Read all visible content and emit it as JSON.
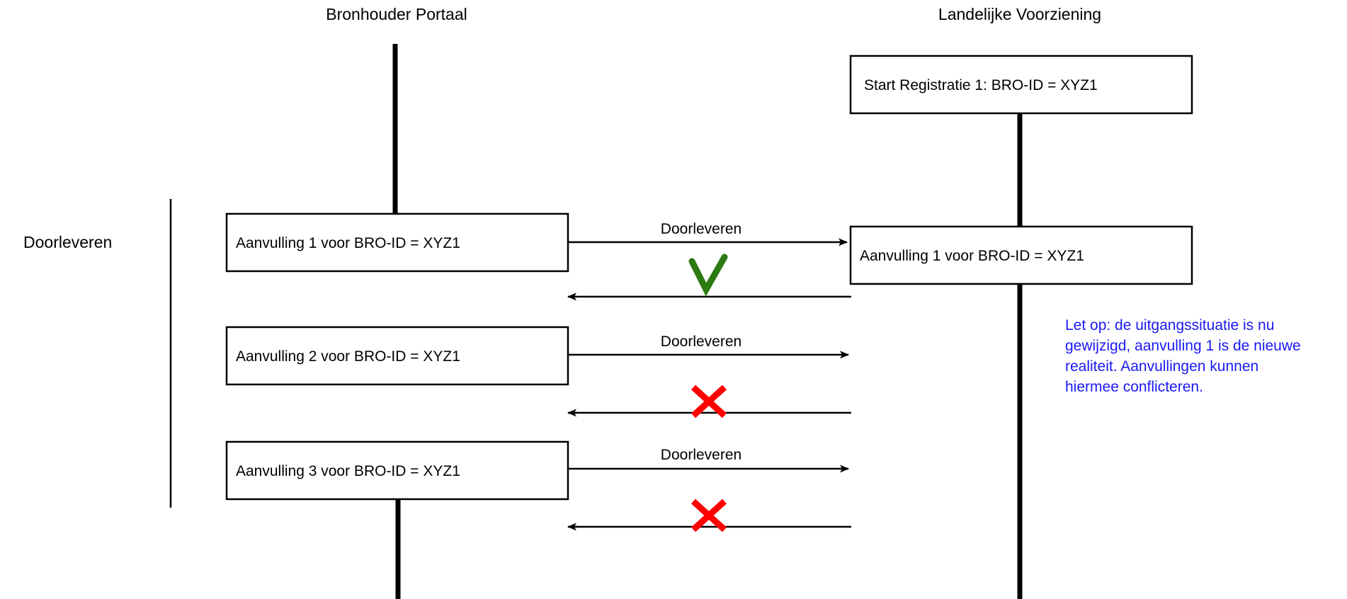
{
  "diagram": {
    "type": "sequence-diagram",
    "title_left": "Bronhouder Portaal",
    "title_right": "Landelijke Voorziening",
    "group_label": "Doorleveren",
    "colors": {
      "line": "#000000",
      "success": "#2c7a12",
      "failure": "#fe0000",
      "note": "#1a19f0",
      "background": "#ffffff"
    },
    "actors": [
      {
        "name": "bronhouder-portaal",
        "label": "Bronhouder Portaal"
      },
      {
        "name": "landelijke-voorziening",
        "label": "Landelijke Voorziening"
      }
    ],
    "right_boxes": [
      {
        "name": "start-registratie-box",
        "label": "Start Registratie 1: BRO-ID = XYZ1"
      },
      {
        "name": "aanvulling-1-accepted-box",
        "label": "Aanvulling 1 voor BRO-ID = XYZ1"
      }
    ],
    "left_boxes": [
      {
        "name": "aanvulling-1-box",
        "label": "Aanvulling 1 voor BRO-ID = XYZ1"
      },
      {
        "name": "aanvulling-2-box",
        "label": "Aanvulling 2 voor BRO-ID = XYZ1"
      },
      {
        "name": "aanvulling-3-box",
        "label": "Aanvulling 3 voor BRO-ID = XYZ1"
      }
    ],
    "messages": [
      {
        "name": "message-doorleveren-1",
        "label": "Doorleveren",
        "direction": "right",
        "result": "success",
        "result_marker": "check"
      },
      {
        "name": "message-doorleveren-2",
        "label": "Doorleveren",
        "direction": "right",
        "result": "failure",
        "result_marker": "cross"
      },
      {
        "name": "message-doorleveren-3",
        "label": "Doorleveren",
        "direction": "right",
        "result": "failure",
        "result_marker": "cross"
      }
    ],
    "note": {
      "name": "note-uitgangssituatie",
      "lines": [
        "Let op: de uitgangssituatie is nu",
        "gewijzigd, aanvulling 1 is de nieuwe",
        "realiteit. Aanvullingen kunnen",
        "hiermee conflicteren."
      ]
    }
  }
}
